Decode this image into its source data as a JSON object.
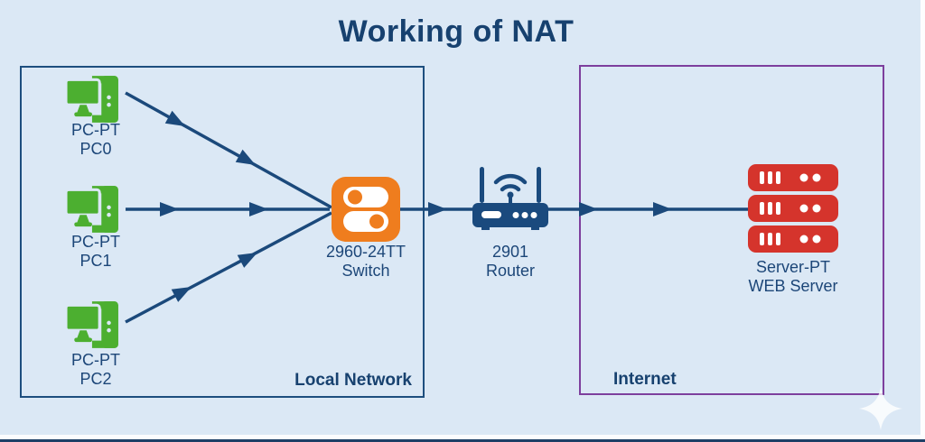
{
  "title": "Working of NAT",
  "zones": {
    "local_network": {
      "label": "Local Network"
    },
    "internet": {
      "label": "Internet"
    }
  },
  "nodes": {
    "pc0": {
      "line1": "PC-PT",
      "line2": "PC0"
    },
    "pc1": {
      "line1": "PC-PT",
      "line2": "PC1"
    },
    "pc2": {
      "line1": "PC-PT",
      "line2": "PC2"
    },
    "switch": {
      "line1": "2960-24TT",
      "line2": "Switch"
    },
    "router": {
      "line1": "2901",
      "line2": "Router"
    },
    "server": {
      "line1": "Server-PT",
      "line2": "WEB Server"
    }
  },
  "colors": {
    "background": "#dbe8f5",
    "navy_text": "#1c4678",
    "line_navy": "#1b497b",
    "pc_green": "#4caf30",
    "switch_orange": "#ef7d1e",
    "server_red": "#d5342c",
    "local_border_blue": "#1d4e7e",
    "internet_border_purple": "#7d3f9d"
  }
}
